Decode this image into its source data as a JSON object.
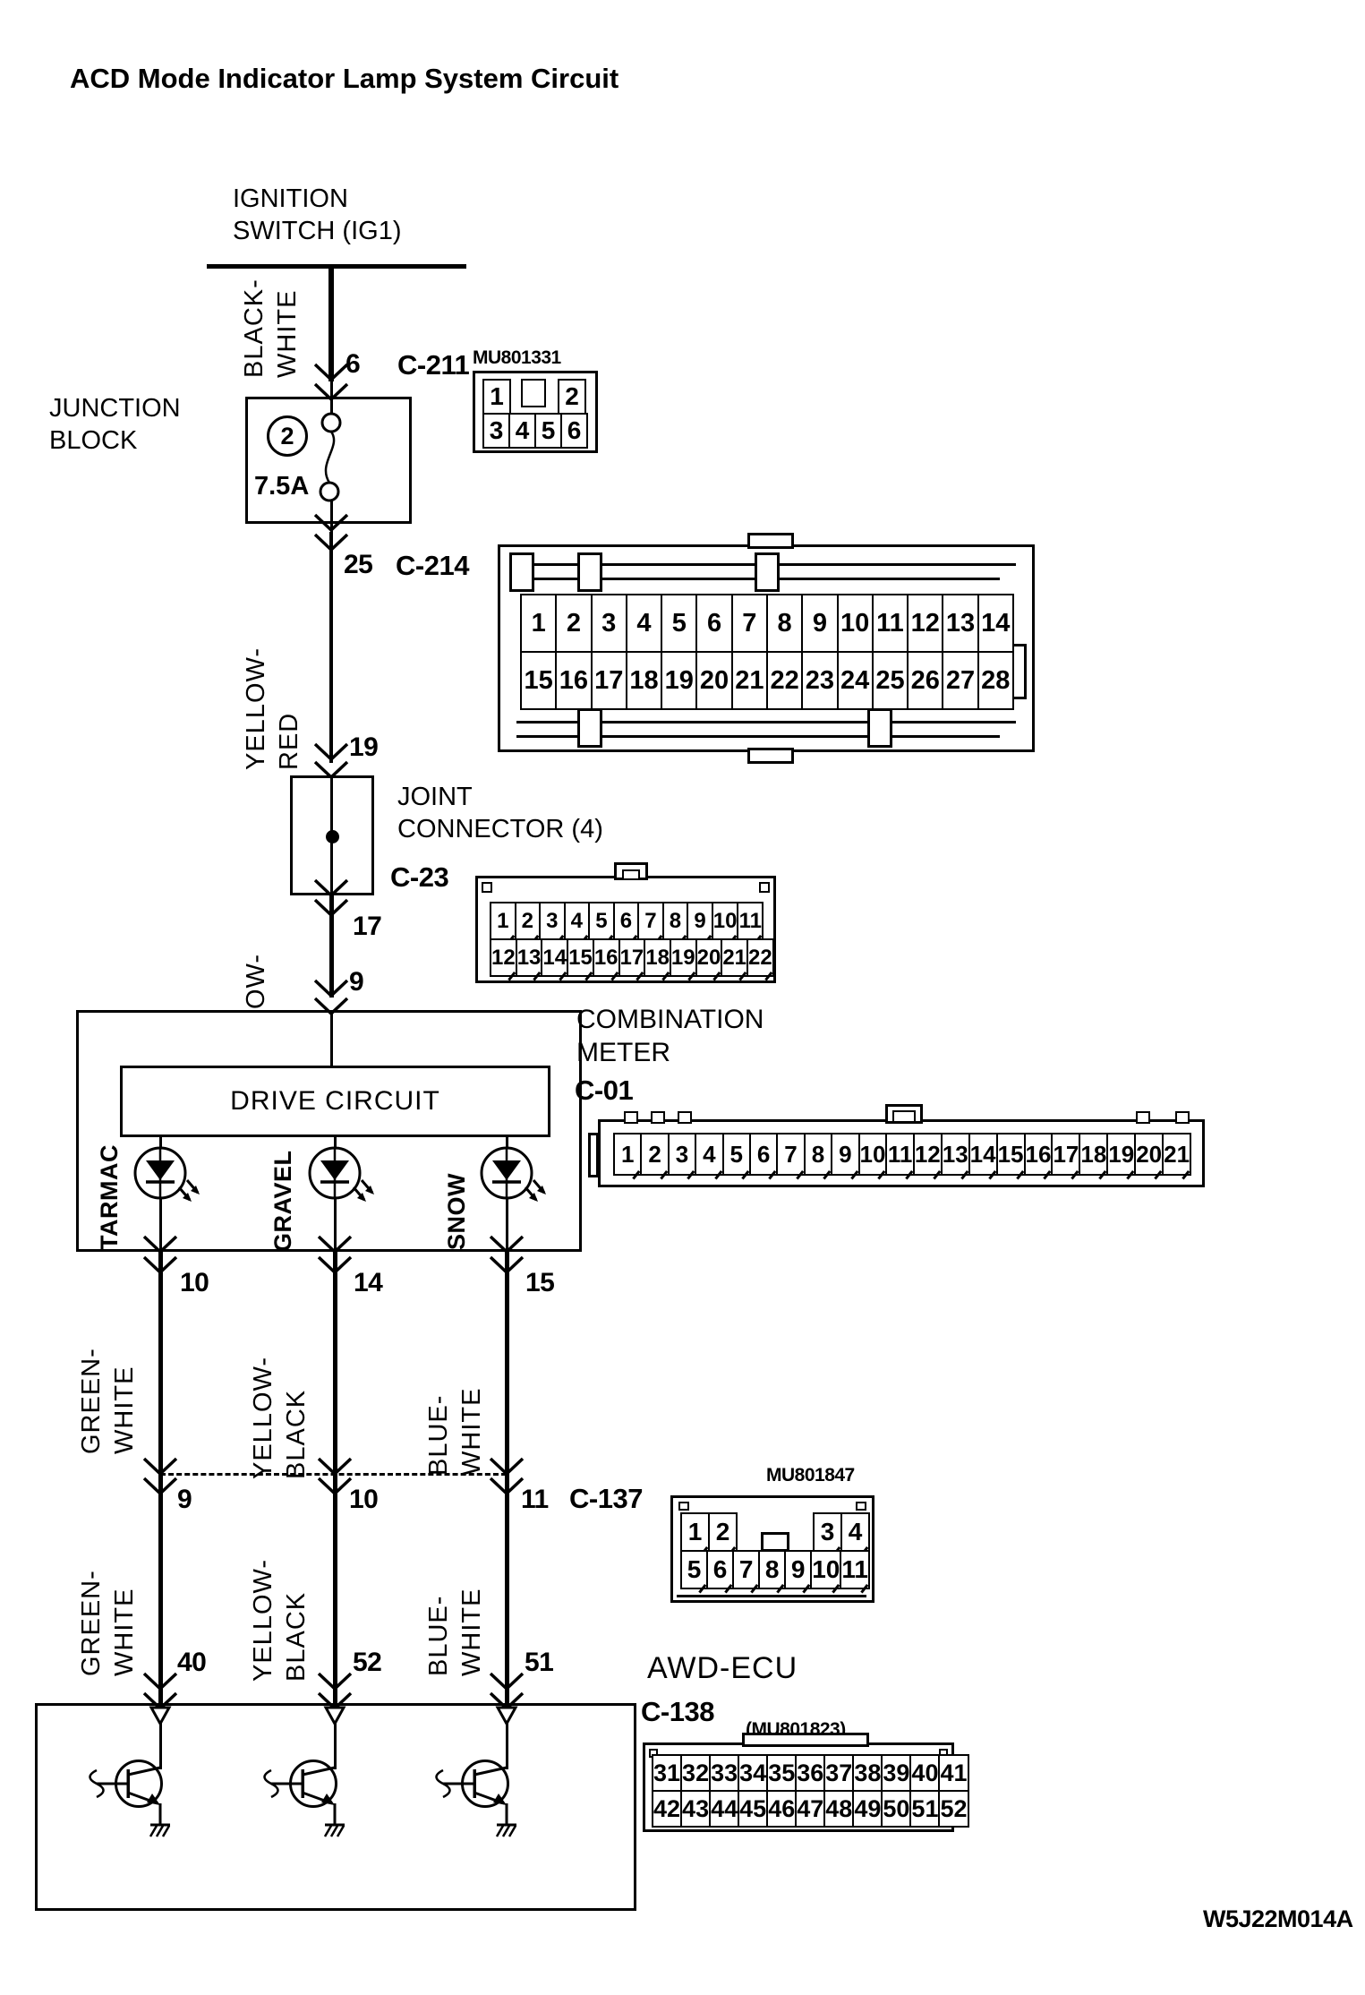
{
  "title": "ACD Mode Indicator Lamp System Circuit",
  "doc_number": "W5J22M014A",
  "power_source": {
    "label": "IGNITION\nSWITCH (IG1)"
  },
  "junction_block": {
    "label": "JUNCTION\nBLOCK",
    "fuse_number": "2",
    "fuse_rating": "7.5A"
  },
  "joint_connector": {
    "label": "JOINT\nCONNECTOR (4)",
    "code": "C-23"
  },
  "combination_meter": {
    "label": "COMBINATION\nMETER",
    "code": "C-01",
    "drive_circuit_label": "DRIVE CIRCUIT",
    "indicators": [
      "TARMAC",
      "GRAVEL",
      "SNOW"
    ]
  },
  "awd_ecu": {
    "label": "AWD-ECU",
    "code": "C-138",
    "part_no": "(MU801823)"
  },
  "wire_labels": {
    "black_white": "BLACK-\nWHITE",
    "yellow_red": "YELLOW-\nRED",
    "green_white": "GREEN-\nWHITE",
    "yellow_black": "YELLOW-\nBLACK",
    "blue_white": "BLUE-\nWHITE"
  },
  "pins": {
    "c211": "6",
    "c214": "25",
    "joint_in": "19",
    "joint_out": "17",
    "meter_in": "9",
    "meter_out": [
      "10",
      "14",
      "15"
    ],
    "c137": [
      "9",
      "10",
      "11"
    ],
    "awd_in": [
      "40",
      "52",
      "51"
    ]
  },
  "connectors": {
    "c211": {
      "code": "C-211",
      "part_no": "MU801331",
      "top": [
        "1",
        "2"
      ],
      "bottom": [
        "3",
        "4",
        "5",
        "6"
      ]
    },
    "c214": {
      "code": "C-214",
      "row1": [
        "1",
        "2",
        "3",
        "4",
        "5",
        "6",
        "7",
        "8",
        "9",
        "10",
        "11",
        "12",
        "13",
        "14"
      ],
      "row2": [
        "15",
        "16",
        "17",
        "18",
        "19",
        "20",
        "21",
        "22",
        "23",
        "24",
        "25",
        "26",
        "27",
        "28"
      ]
    },
    "c23": {
      "row1": [
        "1",
        "2",
        "3",
        "4",
        "5",
        "6",
        "7",
        "8",
        "9",
        "10",
        "11"
      ],
      "row2": [
        "12",
        "13",
        "14",
        "15",
        "16",
        "17",
        "18",
        "19",
        "20",
        "21",
        "22"
      ]
    },
    "c01": {
      "pins": [
        "1",
        "2",
        "3",
        "4",
        "5",
        "6",
        "7",
        "8",
        "9",
        "10",
        "11",
        "12",
        "13",
        "14",
        "15",
        "16",
        "17",
        "18",
        "19",
        "20",
        "21"
      ]
    },
    "c137": {
      "code": "C-137",
      "part_no": "MU801847",
      "top_left": [
        "1",
        "2"
      ],
      "top_right": [
        "3",
        "4"
      ],
      "bottom": [
        "5",
        "6",
        "7",
        "8",
        "9",
        "10",
        "11"
      ]
    },
    "c138": {
      "row1": [
        "31",
        "32",
        "33",
        "34",
        "35",
        "36",
        "37",
        "38",
        "39",
        "40",
        "41"
      ],
      "row2": [
        "42",
        "43",
        "44",
        "45",
        "46",
        "47",
        "48",
        "49",
        "50",
        "51",
        "52"
      ]
    }
  },
  "colors": {
    "ink": "#000000",
    "paper": "#ffffff"
  }
}
